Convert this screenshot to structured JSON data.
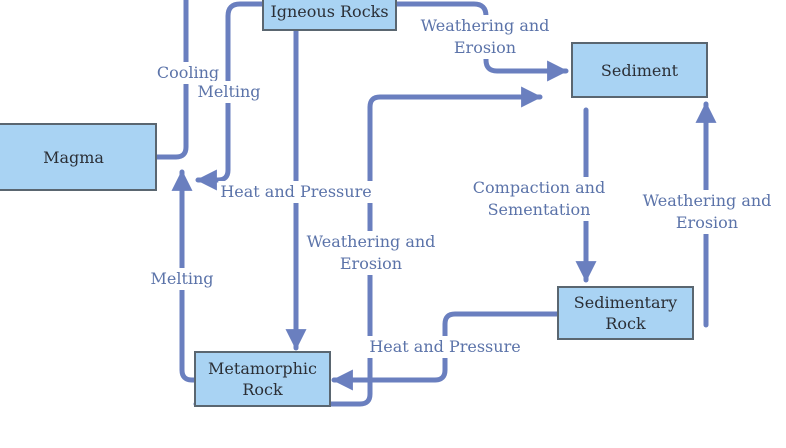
{
  "nodes": {
    "igneous": "Igneous Rocks",
    "sediment": "Sediment",
    "magma": "Magma",
    "sedimentary": [
      "Sedimentary",
      "Rock"
    ],
    "metamorphic": [
      "Metamorphic",
      "Rock"
    ]
  },
  "edges": {
    "cooling": "Cooling",
    "melting_top": "Melting",
    "weathering_igneous": [
      "Weathering and",
      "Erosion"
    ],
    "heat_pressure_igneous": "Heat and Pressure",
    "compaction": [
      "Compaction and",
      "Sementation"
    ],
    "weathering_sedimentary": [
      "Weathering and",
      "Erosion"
    ],
    "weathering_metamorphic": [
      "Weathering and",
      "Erosion"
    ],
    "melting_bottom": "Melting",
    "heat_pressure_sedimentary": "Heat and Pressure"
  },
  "colors": {
    "arrow": "#6a7fbf",
    "node_fill": "#a9d3f3",
    "node_border": "#5a6670",
    "label_text": "#5b73a9"
  }
}
